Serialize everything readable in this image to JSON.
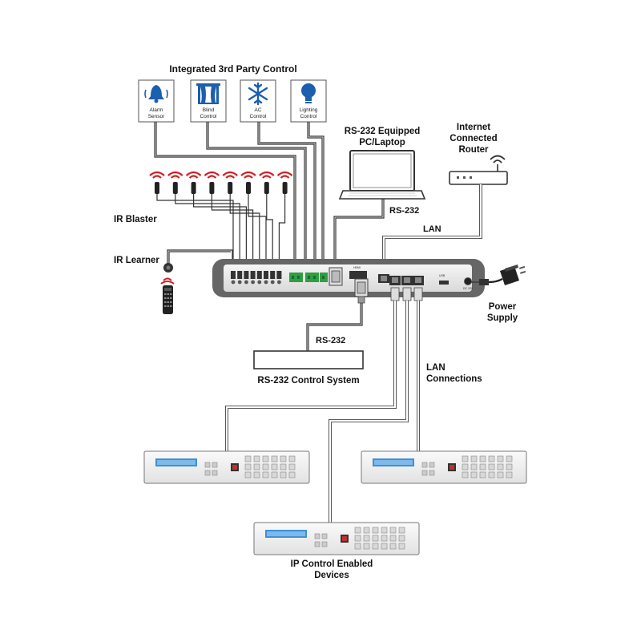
{
  "labels": {
    "third_party": "Integrated 3rd Party Control",
    "rs232_pc_line1": "RS-232 Equipped",
    "rs232_pc_line2": "PC/Laptop",
    "router_line1": "Internet",
    "router_line2": "Connected",
    "router_line3": "Router",
    "rs232_top": "RS-232",
    "lan_top": "LAN",
    "ir_blaster": "IR Blaster",
    "ir_learner": "IR Learner",
    "power_line1": "Power",
    "power_line2": "Supply",
    "rs232_bottom": "RS-232",
    "rs232_system": "RS-232 Control System",
    "lan_conn_line1": "LAN",
    "lan_conn_line2": "Connections",
    "ip_devices_line1": "IP Control Enabled",
    "ip_devices_line2": "Devices"
  },
  "control_icons": [
    {
      "line1": "Alarm",
      "line2": "Sensor",
      "icon": "alarm-bell-icon"
    },
    {
      "line1": "Blind",
      "line2": "Control",
      "icon": "blind-window-icon"
    },
    {
      "line1": "AC",
      "line2": "Control",
      "icon": "snowflake-icon"
    },
    {
      "line1": "Lighting",
      "line2": "Control",
      "icon": "light-bulb-icon"
    }
  ],
  "colors": {
    "icon_blue": "#1b5fae",
    "ir_red": "#d31f26",
    "terminal_green": "#2f9e44",
    "lcd_blue": "#3f8fd6",
    "device_gray": "#e6e6e6"
  },
  "ir_blaster_count": 8,
  "ip_device_count": 3
}
